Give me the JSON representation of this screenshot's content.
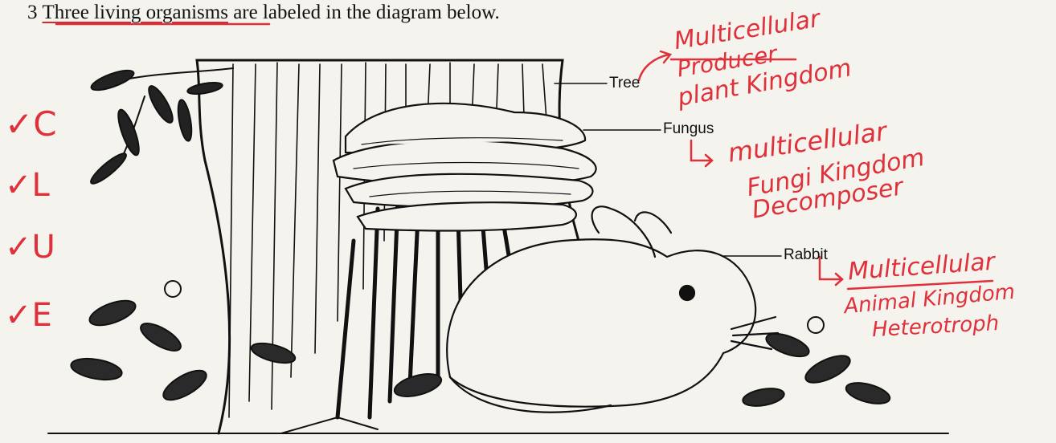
{
  "question": {
    "number": "3",
    "underlined_text": "Three living organisms",
    "rest_text": " are labeled in the diagram below."
  },
  "labels": {
    "tree": "Tree",
    "fungus": "Fungus",
    "rabbit": "Rabbit"
  },
  "handwritten": {
    "tree_notes": [
      "Multicellular",
      "Producer",
      "plant Kingdom"
    ],
    "fungus_notes": [
      "multicellular",
      "Fungi Kingdom",
      "Decomposer"
    ],
    "rabbit_notes": [
      "Multicellular",
      "Animal Kingdom",
      "Heterotroph"
    ],
    "checks": [
      "C",
      "L",
      "U",
      "E"
    ]
  },
  "colors": {
    "ink": "#111111",
    "annotation": "#e0313a"
  }
}
